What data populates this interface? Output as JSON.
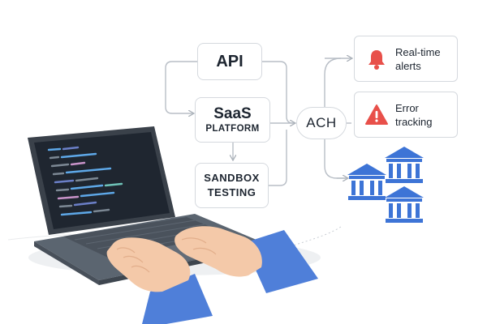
{
  "nodes": {
    "api": {
      "label": "API"
    },
    "saas": {
      "line1": "SaaS",
      "line2": "PLATFORM"
    },
    "sandbox": {
      "line1": "SANDBOX",
      "line2": "TESTING"
    },
    "ach": {
      "label": "ACH"
    },
    "realtime_alerts": {
      "line1": "Real-time",
      "line2": "alerts",
      "icon": "bell-icon"
    },
    "error_tracking": {
      "line1": "Error",
      "line2": "tracking",
      "icon": "warning-icon"
    }
  },
  "illustration": {
    "device": "laptop-icon",
    "destination": "bank-icon",
    "destination_count": 3
  },
  "colors": {
    "alert_red": "#e8504a",
    "bank_blue": "#3d74d6",
    "sleeve_blue": "#4f7fd9",
    "skin": "#f4c9a9",
    "laptop_body": "#5b6570",
    "screen": "#1f2630",
    "connector": "#b8bec6"
  }
}
